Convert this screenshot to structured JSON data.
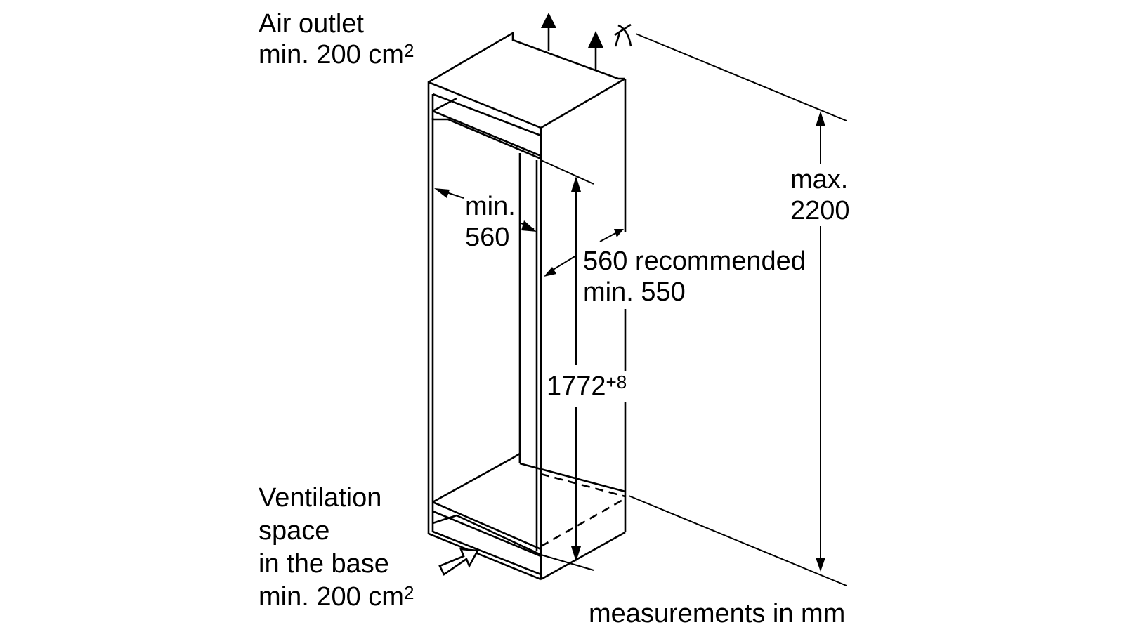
{
  "colors": {
    "line": "#000000",
    "background": "#ffffff"
  },
  "labels": {
    "air_outlet": {
      "line1": "Air outlet",
      "line2_text": "min. 200 cm",
      "line2_sup": "2"
    },
    "niche_width": {
      "line1": "min.",
      "line2": "560"
    },
    "niche_depth": {
      "line1": "560 recommended",
      "line2": "min. 550"
    },
    "max_height": {
      "line1": "max.",
      "line2": "2200"
    },
    "niche_height": {
      "value": "1772",
      "tolerance": "+8"
    },
    "ventilation": {
      "line1": "Ventilation",
      "line2": "space",
      "line3": "in the base",
      "line4_text": "min. 200 cm",
      "line4_sup": "2"
    },
    "units_note": "measurements in mm"
  },
  "icons": [
    "up-arrow-icon",
    "up-arrow-icon",
    "wall-mount-icon",
    "air-inlet-arrow-icon"
  ]
}
